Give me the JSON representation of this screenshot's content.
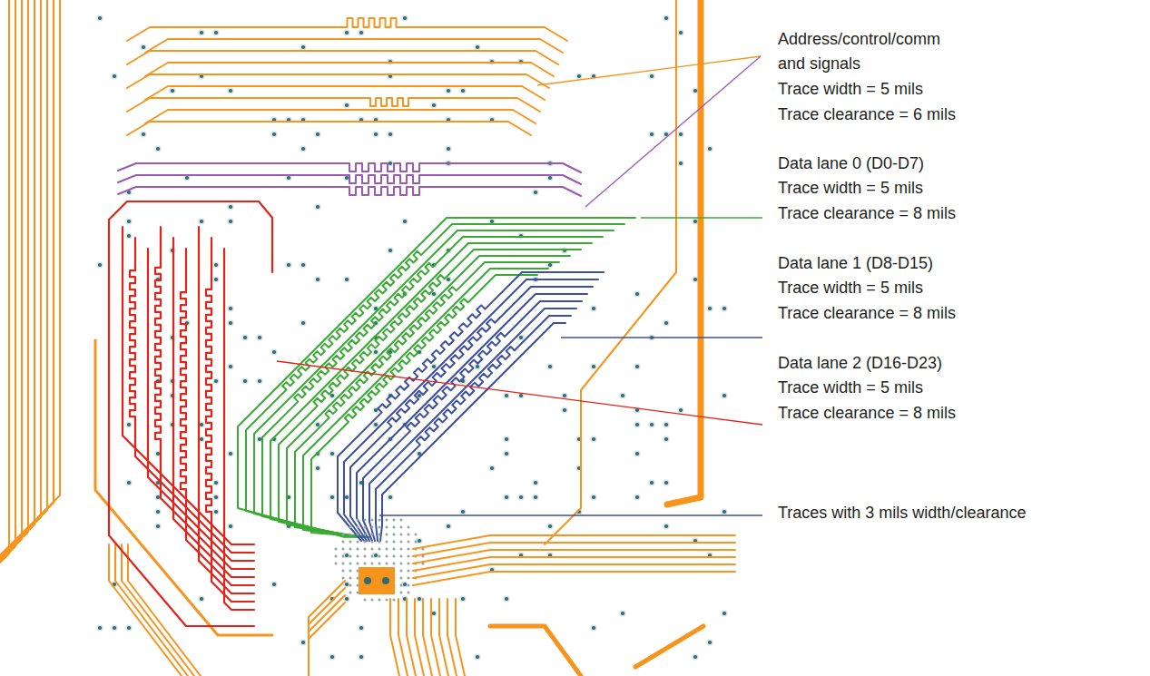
{
  "diagram": {
    "labels": [
      "Address/control/comm and signals",
      "Trace width = 5 mils",
      "Trace clearance = 6 mils",
      "Data lane 0 (D0-D7)",
      "Trace width = 5 mils",
      "Trace clearance = 8 mils",
      "Data lane 1 (D8-D15)",
      "Trace width = 5 mils",
      "Trace clearance = 8 mils",
      "Data lane 2 (D16-D23)",
      "Trace width = 5 mils",
      "Trace clearance = 8 mils",
      "Traces with 3 mils width/clearance"
    ]
  }
}
